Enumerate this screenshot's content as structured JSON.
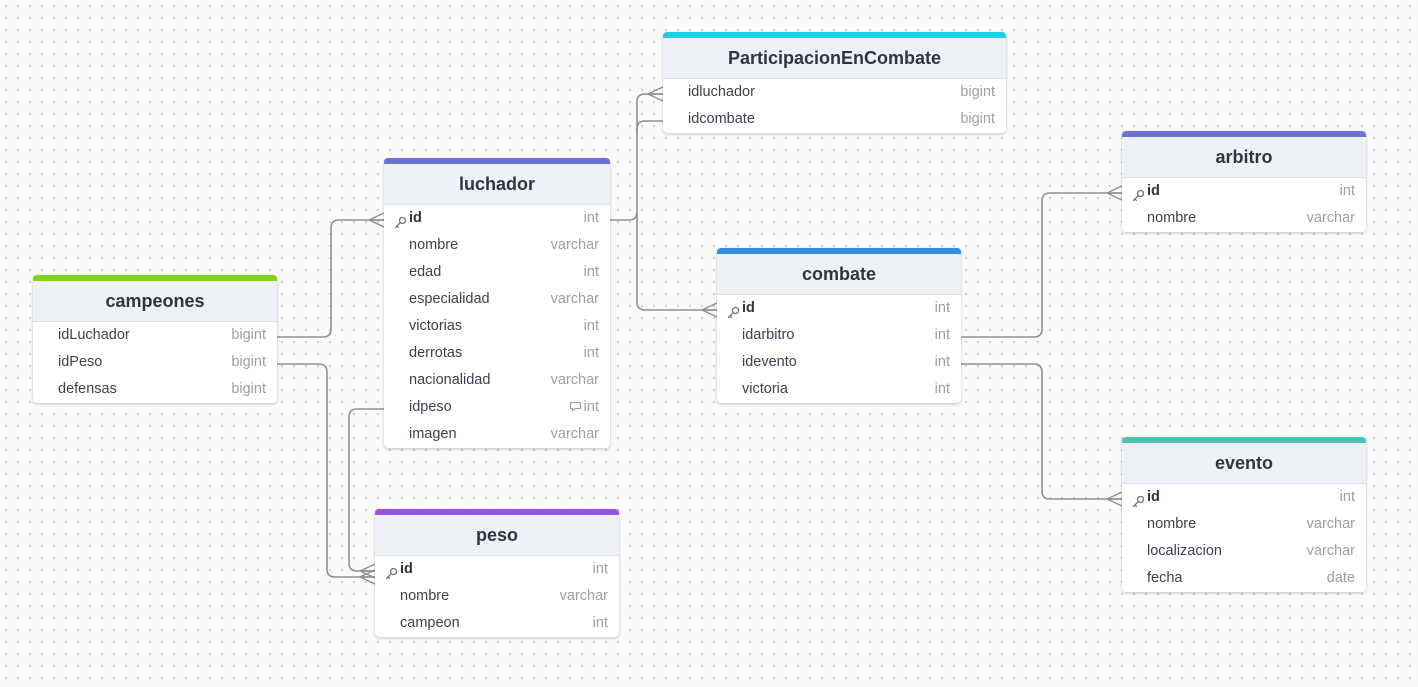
{
  "colors": {
    "luchador": "#6b72d5",
    "campeones": "#7ed321",
    "peso": "#9553de",
    "participacion": "#1fcde6",
    "combate": "#2f8de4",
    "arbitro": "#6b72d5",
    "evento": "#4cc2b0"
  },
  "tables": {
    "participacion": {
      "title": "ParticipacionEnCombate",
      "fields": [
        {
          "name": "idluchador",
          "type": "bigint"
        },
        {
          "name": "idcombate",
          "type": "bigint"
        }
      ]
    },
    "luchador": {
      "title": "luchador",
      "fields": [
        {
          "name": "id",
          "type": "int",
          "pk": true
        },
        {
          "name": "nombre",
          "type": "varchar"
        },
        {
          "name": "edad",
          "type": "int"
        },
        {
          "name": "especialidad",
          "type": "varchar"
        },
        {
          "name": "victorias",
          "type": "int"
        },
        {
          "name": "derrotas",
          "type": "int"
        },
        {
          "name": "nacionalidad",
          "type": "varchar"
        },
        {
          "name": "idpeso",
          "type": "int",
          "note": true
        },
        {
          "name": "imagen",
          "type": "varchar"
        }
      ]
    },
    "campeones": {
      "title": "campeones",
      "fields": [
        {
          "name": "idLuchador",
          "type": "bigint"
        },
        {
          "name": "idPeso",
          "type": "bigint"
        },
        {
          "name": "defensas",
          "type": "bigint"
        }
      ]
    },
    "peso": {
      "title": "peso",
      "fields": [
        {
          "name": "id",
          "type": "int",
          "pk": true
        },
        {
          "name": "nombre",
          "type": "varchar"
        },
        {
          "name": "campeon",
          "type": "int"
        }
      ]
    },
    "combate": {
      "title": "combate",
      "fields": [
        {
          "name": "id",
          "type": "int",
          "pk": true
        },
        {
          "name": "idarbitro",
          "type": "int"
        },
        {
          "name": "idevento",
          "type": "int"
        },
        {
          "name": "victoria",
          "type": "int"
        }
      ]
    },
    "arbitro": {
      "title": "arbitro",
      "fields": [
        {
          "name": "id",
          "type": "int",
          "pk": true
        },
        {
          "name": "nombre",
          "type": "varchar"
        }
      ]
    },
    "evento": {
      "title": "evento",
      "fields": [
        {
          "name": "id",
          "type": "int",
          "pk": true
        },
        {
          "name": "nombre",
          "type": "varchar"
        },
        {
          "name": "localizacion",
          "type": "varchar"
        },
        {
          "name": "fecha",
          "type": "date"
        }
      ]
    }
  },
  "relations": [
    {
      "from": "luchador.id",
      "to": "participacion.idluchador"
    },
    {
      "from": "luchador.id",
      "to": "combate.id"
    },
    {
      "from": "campeones.idLuchador",
      "to": "luchador.id"
    },
    {
      "from": "campeones.idPeso",
      "to": "peso.id"
    },
    {
      "from": "luchador.idpeso",
      "to": "peso.id"
    },
    {
      "from": "participacion.idcombate",
      "to": "combate.id"
    },
    {
      "from": "combate.idarbitro",
      "to": "arbitro.id"
    },
    {
      "from": "combate.idevento",
      "to": "evento.id"
    }
  ]
}
